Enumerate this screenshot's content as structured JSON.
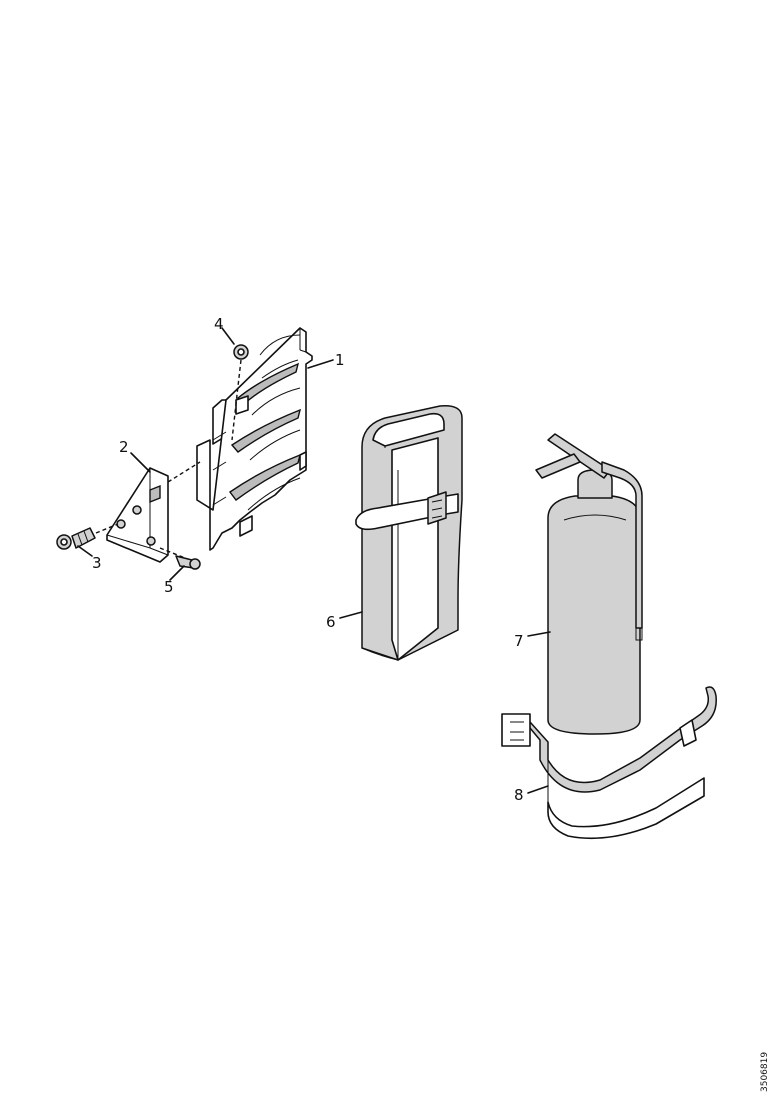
{
  "callouts": {
    "c1": "1",
    "c2": "2",
    "c3": "3",
    "c4": "4",
    "c5": "5",
    "c6": "6",
    "c7": "7",
    "c8": "8"
  },
  "drawing_id": "3506819",
  "colors": {
    "line": "#111111",
    "paper": "#ffffff",
    "shade": "#d2d2d2"
  }
}
